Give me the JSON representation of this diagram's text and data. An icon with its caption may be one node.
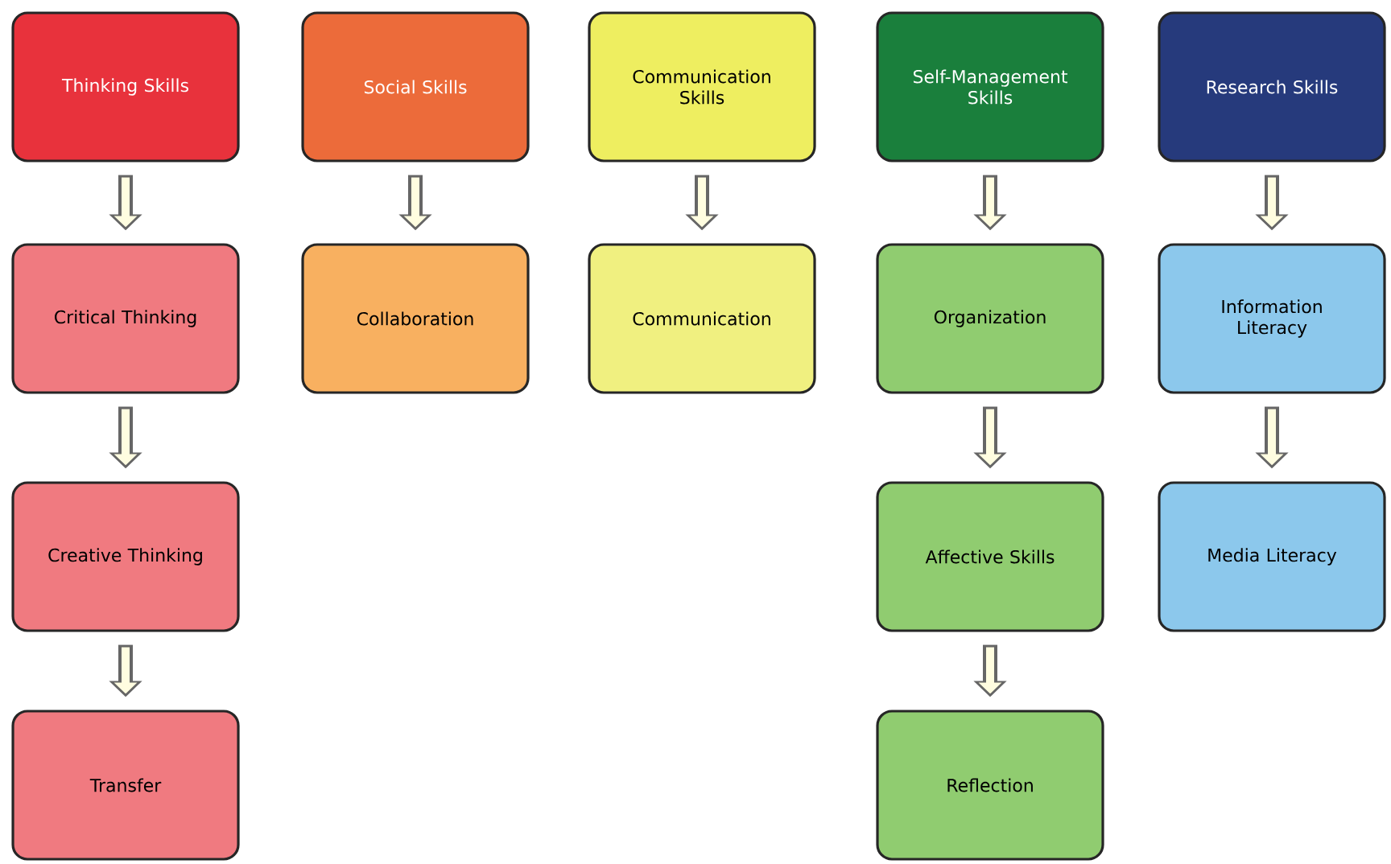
{
  "diagram": {
    "nodes": [
      {
        "text": [
          "Thinking Skills"
        ]
      },
      {
        "text": [
          "Social Skills"
        ]
      },
      {
        "text": [
          "Communication Skills"
        ]
      },
      {
        "text": [
          "Self-Management Skills"
        ]
      },
      {
        "text": [
          "Research Skills"
        ]
      },
      {
        "text": [
          "Critical Thinking"
        ]
      },
      {
        "text": [
          "Collaboration"
        ]
      },
      {
        "text": [
          "Communication"
        ]
      },
      {
        "text": [
          "Organization"
        ]
      },
      {
        "text": [
          "Information Literacy"
        ]
      },
      {
        "text": [
          "Creative Thinking"
        ]
      },
      {
        "text": [
          "Affective Skills"
        ]
      },
      {
        "text": [
          "Media Literacy"
        ]
      },
      {
        "text": [
          "Transfer"
        ]
      },
      {
        "text": [
          "Reflection"
        ]
      }
    ],
    "edges": [
      {
        "from": 0,
        "to": 5,
        "arrow": "to"
      },
      {
        "from": 5,
        "to": 10,
        "arrow": "to"
      },
      {
        "from": 10,
        "to": 13,
        "arrow": "to"
      },
      {
        "from": 1,
        "to": 6,
        "arrow": "to"
      },
      {
        "from": 2,
        "to": 7,
        "arrow": "to"
      },
      {
        "from": 3,
        "to": 8,
        "arrow": "to"
      },
      {
        "from": 8,
        "to": 11,
        "arrow": "to"
      },
      {
        "from": 11,
        "to": 14,
        "arrow": "to"
      },
      {
        "from": 4,
        "to": 9,
        "arrow": "to"
      },
      {
        "from": 9,
        "to": 12,
        "arrow": "to"
      }
    ]
  }
}
